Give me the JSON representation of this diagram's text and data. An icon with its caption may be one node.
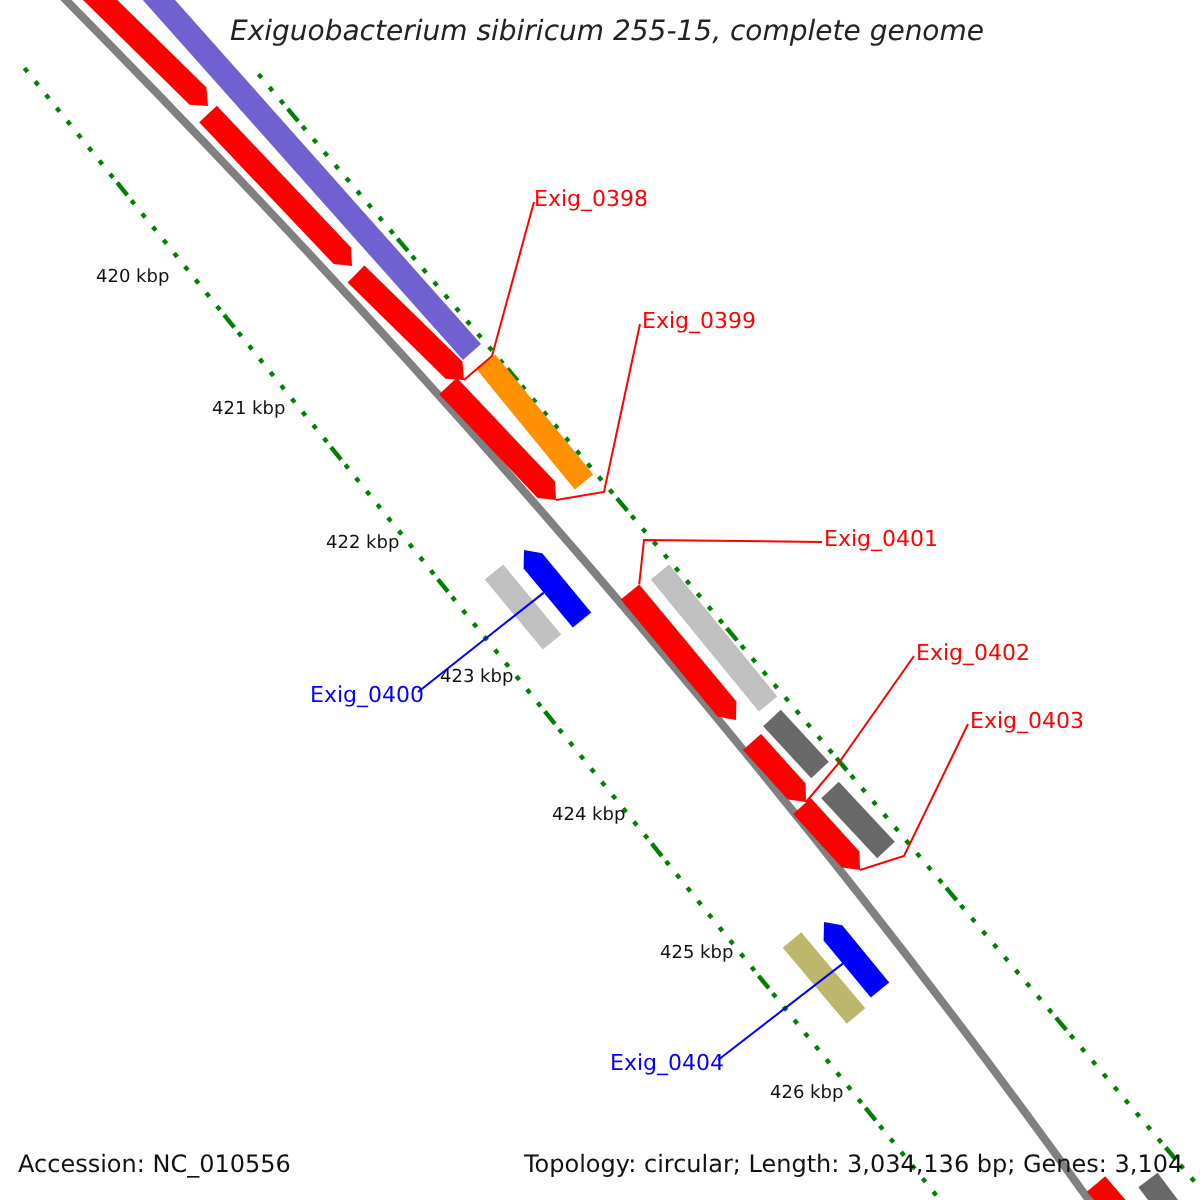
{
  "diagram": {
    "title": "Exiguobacterium sibiricum 255-15, complete genome",
    "nodes": [
      {
        "text": [
          "Exig_0398"
        ]
      },
      {
        "text": [
          "Exig_0399"
        ]
      },
      {
        "text": [
          "Exig_0400"
        ]
      },
      {
        "text": [
          "Exig_0401"
        ]
      },
      {
        "text": [
          "Exig_0402"
        ]
      },
      {
        "text": [
          "Exig_0403"
        ]
      },
      {
        "text": [
          "Exig_0404"
        ]
      },
      {
        "text": [],
        "shape": "bar"
      },
      {
        "text": [],
        "shape": "bar"
      },
      {
        "text": [],
        "shape": "bar"
      },
      {
        "text": [],
        "shape": "bar"
      },
      {
        "text": [],
        "shape": "bar"
      },
      {
        "text": [],
        "shape": "bar"
      },
      {
        "text": [],
        "shape": "bar"
      },
      {
        "text": [],
        "shape": "bar"
      },
      {
        "text": [],
        "shape": "bar"
      },
      {
        "text": [],
        "shape": "bar"
      },
      {
        "text": [],
        "shape": "bar"
      },
      {
        "text": [],
        "shape": "bar"
      },
      {
        "text": [],
        "shape": "bar"
      },
      {
        "text": [],
        "shape": "bar"
      },
      {
        "text": [],
        "shape": "bar"
      },
      {
        "text": [],
        "shape": "bar"
      },
      {
        "text": [],
        "shape": "bar"
      },
      {
        "text": [],
        "shape": "bar"
      }
    ],
    "edges": [
      {
        "from": 0,
        "to": 7,
        "arrow": "none"
      },
      {
        "from": 1,
        "to": 8,
        "arrow": "none"
      },
      {
        "from": 2,
        "to": 9,
        "arrow": "none",
        "color": "#0000ff"
      },
      {
        "from": 3,
        "to": 10,
        "arrow": "none"
      },
      {
        "from": 4,
        "to": 11,
        "arrow": "none"
      },
      {
        "from": 5,
        "to": 12,
        "arrow": "none"
      },
      {
        "from": 6,
        "to": 13,
        "arrow": "none",
        "color": "#0000ff"
      }
    ],
    "labels": [
      "420 kbp",
      "421 kbp",
      "422 kbp",
      "423 kbp",
      "424 kbp",
      "425 kbp",
      "426 kbp",
      "Accession: NC_010556",
      "Topology: circular; Length: 3,034,136 bp; Genes: 3,104"
    ]
  }
}
